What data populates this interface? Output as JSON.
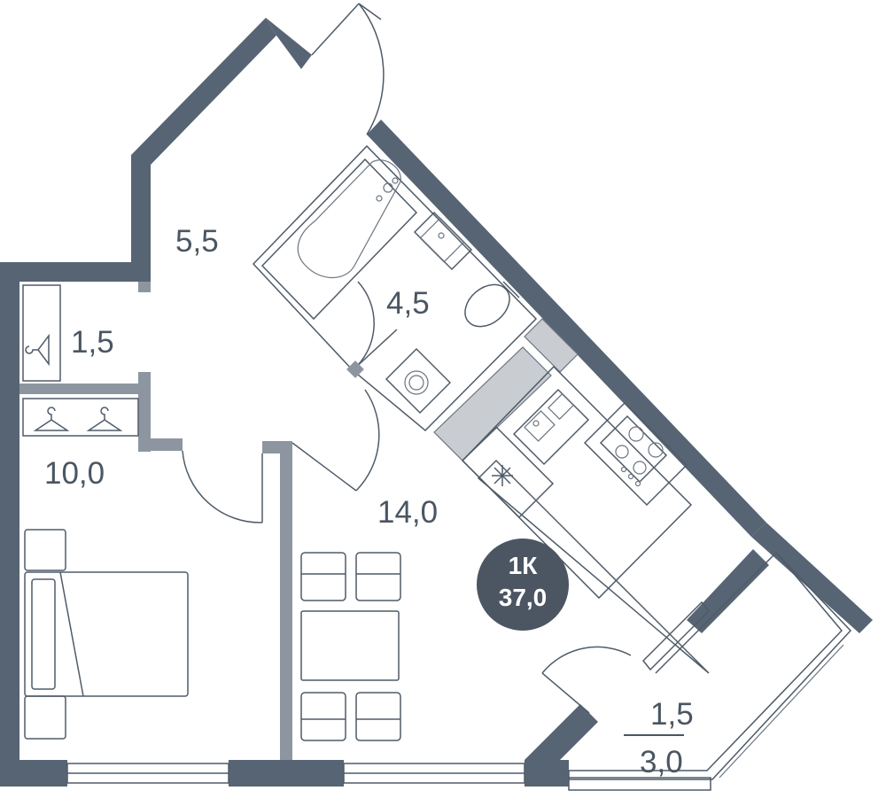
{
  "rooms": {
    "corridor": "5,5",
    "bathroom": "4,5",
    "wardrobe": "1,5",
    "bedroom": "10,0",
    "kitchen_living": "14,0",
    "balcony_top": "1,5",
    "balcony_bottom": "3,0"
  },
  "badge": {
    "type": "1К",
    "total_area": "37,0",
    "color": "#4c5562"
  },
  "colors": {
    "wall": "#566474",
    "partition": "#8d96a0",
    "line": "#4f5b68",
    "text": "#4a5662"
  },
  "icons": [
    "hanger-icon",
    "snowflake-icon",
    "bathtub",
    "toilet",
    "washing-machine",
    "sink",
    "stove",
    "bed",
    "dining-table",
    "chair"
  ]
}
